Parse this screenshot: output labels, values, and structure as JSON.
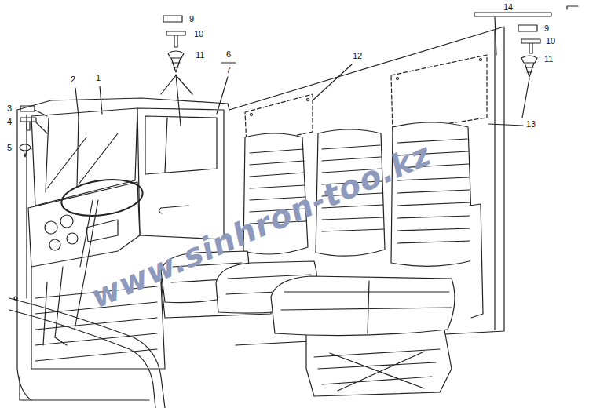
{
  "diagram": {
    "labels": [
      "14",
      "9",
      "10",
      "11",
      "6",
      "7",
      "12",
      "9",
      "10",
      "11",
      "1",
      "2",
      "3",
      "4",
      "5",
      "13",
      "www.sinhron-too.kz"
    ]
  }
}
